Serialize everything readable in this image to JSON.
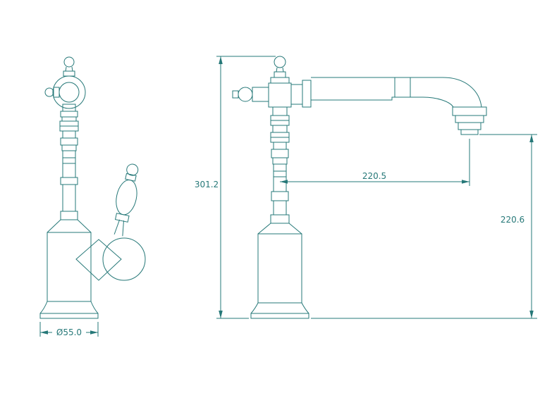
{
  "drawing": {
    "line_color": "#267878",
    "background": "#ffffff"
  },
  "dimensions": {
    "base_diameter": "Ø55.0",
    "overall_height": "301.2",
    "spout_reach": "220.5",
    "spout_outlet_height": "220.6"
  }
}
